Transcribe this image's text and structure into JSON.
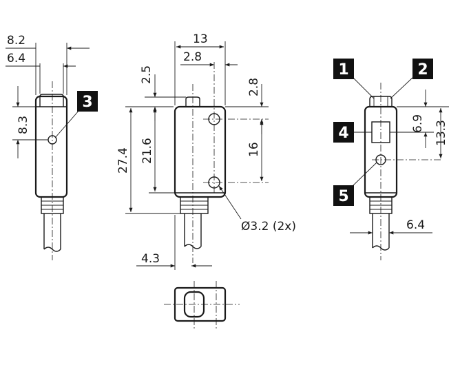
{
  "dimensions": {
    "side_width_outer": "8.2",
    "side_width_inner": "6.4",
    "side_spot_height": "8.3",
    "front_width": "13",
    "front_hole_offset_x": "2.8",
    "front_top_offset": "2.5",
    "front_hole_top": "2.8",
    "front_total_height": "27.4",
    "front_hole_to_base": "21.6",
    "front_hole_spacing": "16",
    "front_cable_offset": "4.3",
    "hole_diameter": "Ø3.2 (2x)",
    "rear_window_height": "6.9",
    "rear_spot_height": "13.3",
    "rear_cable_width": "6.4"
  },
  "callouts": [
    "1",
    "2",
    "3",
    "4",
    "5"
  ],
  "colors": {
    "ink": "#1a1a1a",
    "callout_fill": "#111111",
    "callout_text": "#ffffff",
    "background": "#ffffff"
  }
}
